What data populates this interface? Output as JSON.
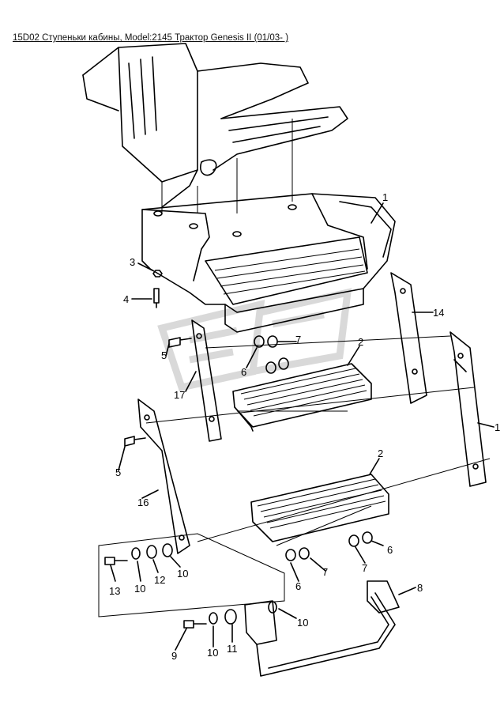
{
  "title": "15D02 Ступеньки кабины, Model:2145 Трактор Genesis II (01/03- )",
  "callouts": {
    "c1_top": "1",
    "c1_right": "1",
    "c2_upper": "2",
    "c2_lower": "2",
    "c3": "3",
    "c4": "4",
    "c5_upper": "5",
    "c5_lower": "5",
    "c6_upper": "6",
    "c6_lower_left": "6",
    "c6_lower_right": "6",
    "c7_upper": "7",
    "c7_lower_left": "7",
    "c7_lower_right": "7",
    "c8": "8",
    "c9": "9",
    "c10_a": "10",
    "c10_b": "10",
    "c10_c": "10",
    "c10_d": "10",
    "c11": "11",
    "c12": "12",
    "c13": "13",
    "c14": "14",
    "c16": "16",
    "c17": "17"
  }
}
